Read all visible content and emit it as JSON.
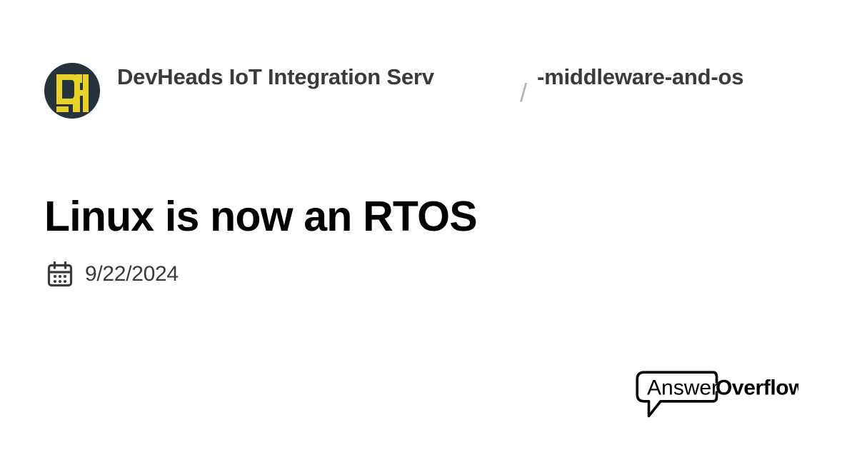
{
  "colors": {
    "background": "#ffffff",
    "text_primary": "#000000",
    "text_secondary": "#3a3a3a",
    "separator": "#b4b4b4",
    "avatar_background": "#26333b",
    "avatar_mark": "#e8d22a"
  },
  "header": {
    "avatar_icon": "devheads-dh-monogram-icon",
    "server_name": "DevHeads IoT Integration Serv",
    "separator": "/",
    "channel_name": "-middleware-and-os"
  },
  "post": {
    "title": "Linux is now an RTOS",
    "date_icon": "calendar-icon",
    "date": "9/22/2024"
  },
  "branding": {
    "icon": "speech-bubble-icon",
    "name_light": "Answer",
    "name_bold": "Overflow"
  }
}
